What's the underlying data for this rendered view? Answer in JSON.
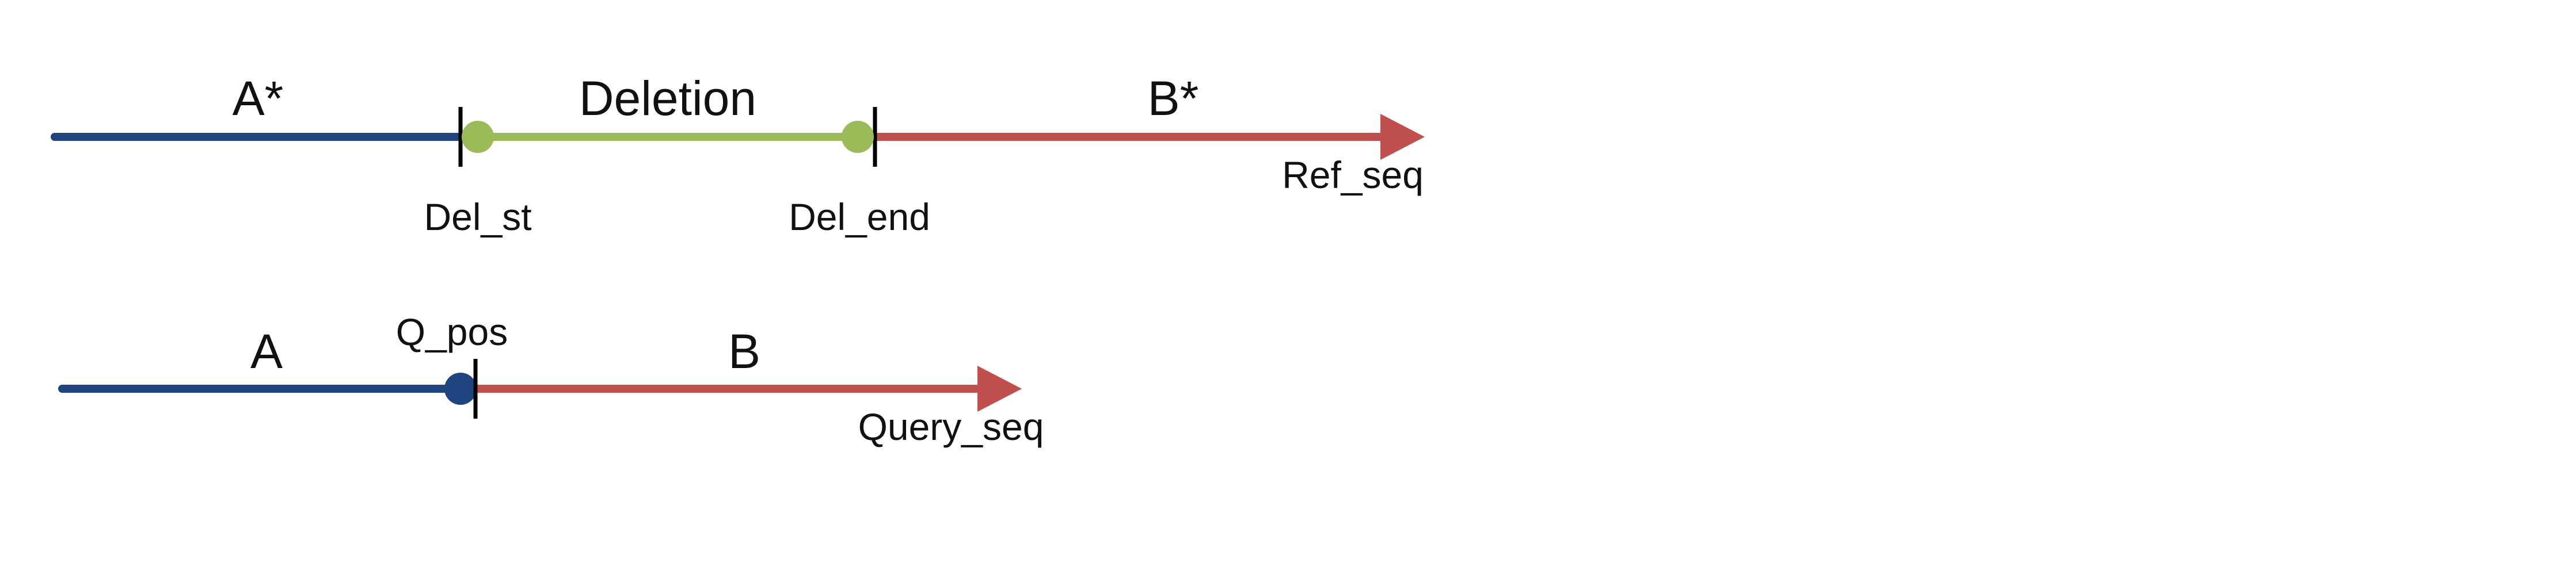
{
  "colors": {
    "segment_a": "#1f4480",
    "segment_deletion": "#9bbb59",
    "segment_b": "#c0504d",
    "tick": "#000000",
    "text": "#111111"
  },
  "ref": {
    "segment_a_label": "A*",
    "deletion_label": "Deletion",
    "segment_b_label": "B*",
    "sequence_label": "Ref_seq",
    "del_start_label": "Del_st",
    "del_end_label": "Del_end"
  },
  "query": {
    "segment_a_label": "A",
    "position_label": "Q_pos",
    "segment_b_label": "B",
    "sequence_label": "Query_seq"
  }
}
